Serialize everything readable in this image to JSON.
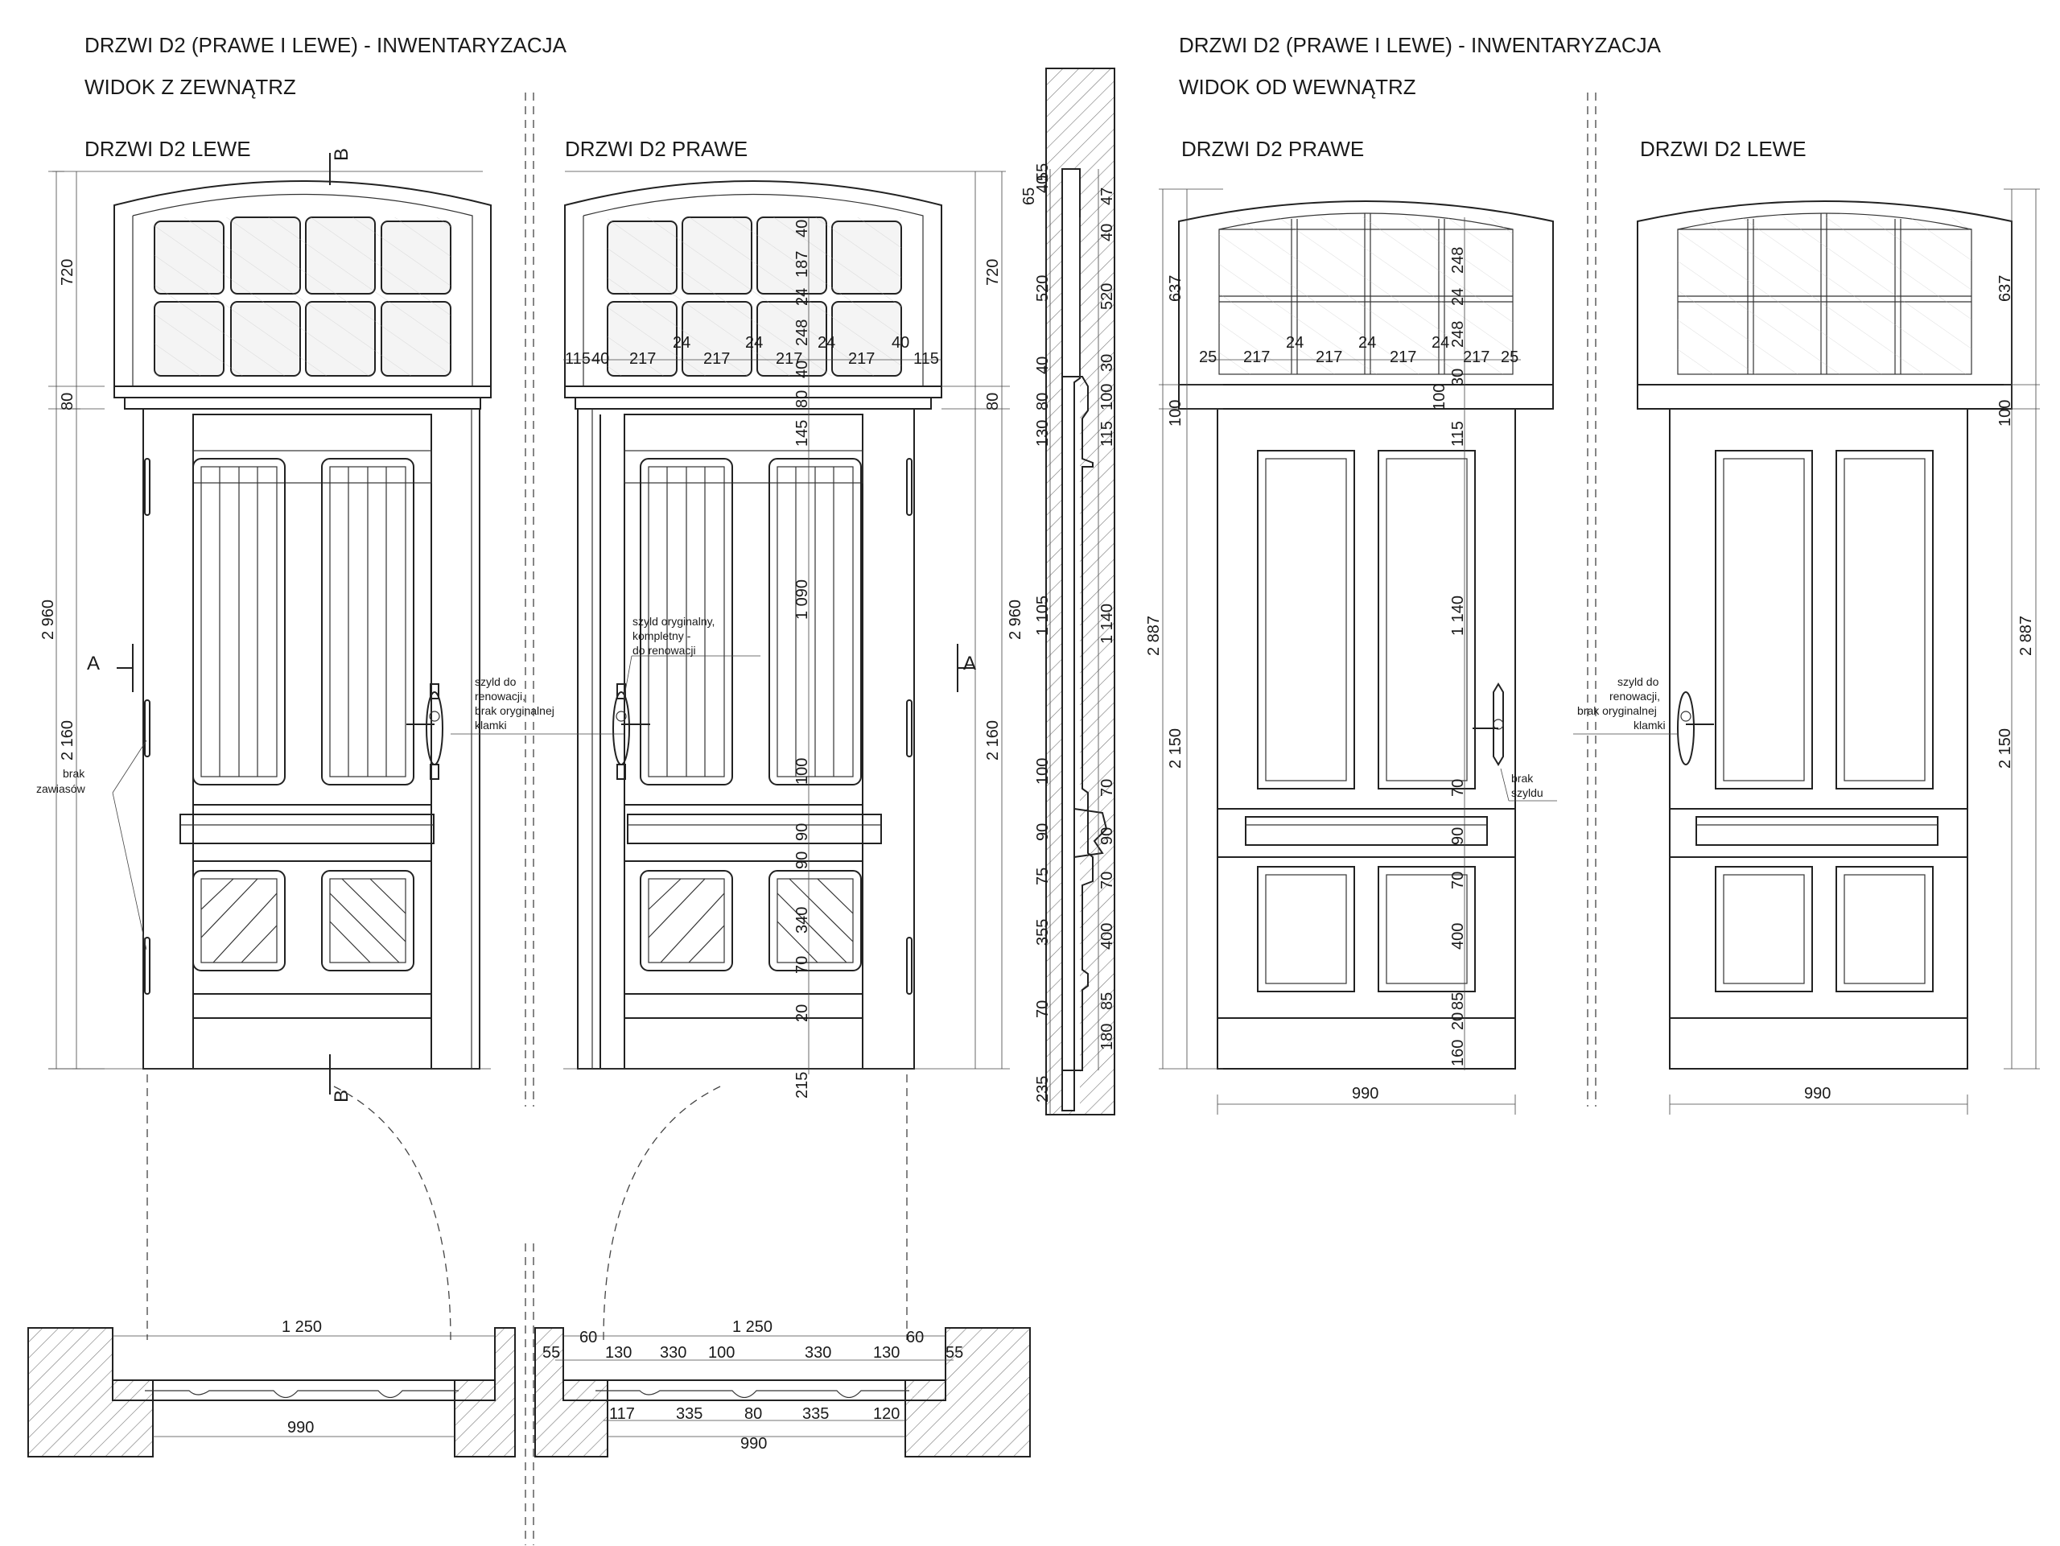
{
  "titles": {
    "left_title": "DRZWI D2 (PRAWE I LEWE) - INWENTARYZACJA",
    "left_subtitle": "WIDOK Z ZEWNĄTRZ",
    "right_title": "DRZWI D2 (PRAWE I LEWE) - INWENTARYZACJA",
    "right_subtitle": "WIDOK OD WEWNĄTRZ"
  },
  "door_labels": {
    "ext_left": "DRZWI D2 LEWE",
    "ext_right": "DRZWI D2 PRAWE",
    "int_right": "DRZWI D2 PRAWE",
    "int_left": "DRZWI D2 LEWE"
  },
  "section_markers": {
    "a": "A",
    "b": "B"
  },
  "notes": {
    "szyld_renowacja": [
      "szyld do",
      "renowacji,",
      "brak oryginalnej",
      "klamki"
    ],
    "szyld_oryginalny": [
      "szyld oryginalny,",
      "kompletny -",
      "do renowacji"
    ],
    "brak_zawiasow": [
      "brak",
      "zawiasów"
    ],
    "brak_szyldu": [
      "brak",
      "szyldu"
    ]
  },
  "dimensions": {
    "ext_left": {
      "total": "2 960",
      "transom": "720",
      "beam": "80",
      "leaf": "2 160"
    },
    "ext_right": {
      "total": "2 960",
      "transom": "720",
      "beam": "80",
      "leaf": "2 160",
      "transom_h": [
        "40",
        "187",
        "24",
        "248",
        "40"
      ],
      "widths": [
        "115",
        "40",
        "217",
        "24",
        "217",
        "24",
        "217",
        "24",
        "217",
        "40",
        "115"
      ],
      "leaf_v": [
        "80",
        "145",
        "1 090",
        "100",
        "90",
        "90",
        "340",
        "70",
        "20",
        "215"
      ]
    },
    "profile": {
      "left": [
        "65",
        "40",
        "55",
        "520",
        "40",
        "80",
        "130",
        "1 105",
        "100",
        "90",
        "75",
        "355",
        "70",
        "235"
      ],
      "right": [
        "47",
        "40",
        "520",
        "30",
        "100",
        "115",
        "1 140",
        "70",
        "90",
        "70",
        "400",
        "85",
        "180"
      ]
    },
    "int_right": {
      "total": "2 887",
      "transom": "637",
      "beam": "100",
      "leaf": "2 150",
      "width": "990",
      "widths": [
        "25",
        "217",
        "24",
        "217",
        "24",
        "217",
        "24",
        "217",
        "25"
      ],
      "leaf_v": [
        "248",
        "24",
        "248",
        "30",
        "100",
        "115",
        "1 140",
        "70",
        "90",
        "70",
        "400",
        "85",
        "20",
        "160"
      ]
    },
    "int_left": {
      "total": "2 887",
      "transom": "637",
      "beam": "100",
      "leaf": "2 150",
      "width": "990"
    },
    "plan_left": {
      "opening": "1 250",
      "leaf": "990"
    },
    "plan_right": {
      "opening": "1 250",
      "leaf": "990",
      "top": [
        "55",
        "60",
        "130",
        "330",
        "100",
        "330",
        "130",
        "60",
        "55"
      ],
      "bottom": [
        "117",
        "335",
        "80",
        "335",
        "120"
      ]
    }
  }
}
